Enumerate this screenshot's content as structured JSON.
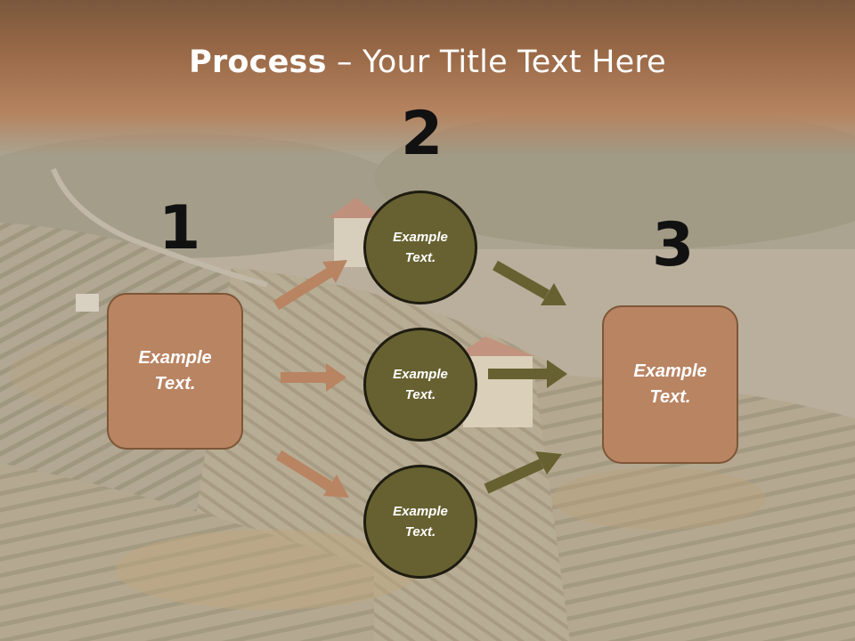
{
  "slide": {
    "title_bold": "Process",
    "title_rest": " – Your Title Text Here",
    "numbers": [
      "1",
      "2",
      "3"
    ],
    "left_box": "Example\nText.",
    "circles": [
      "Example\nText.",
      "Example\nText.",
      "Example\nText."
    ],
    "right_box": "Example\nText."
  },
  "colors": {
    "header": "#9a6a48",
    "box_fill": "#b98462",
    "circle_fill": "#676131",
    "arrow_tan": "#b98462",
    "arrow_olive": "#676131"
  }
}
